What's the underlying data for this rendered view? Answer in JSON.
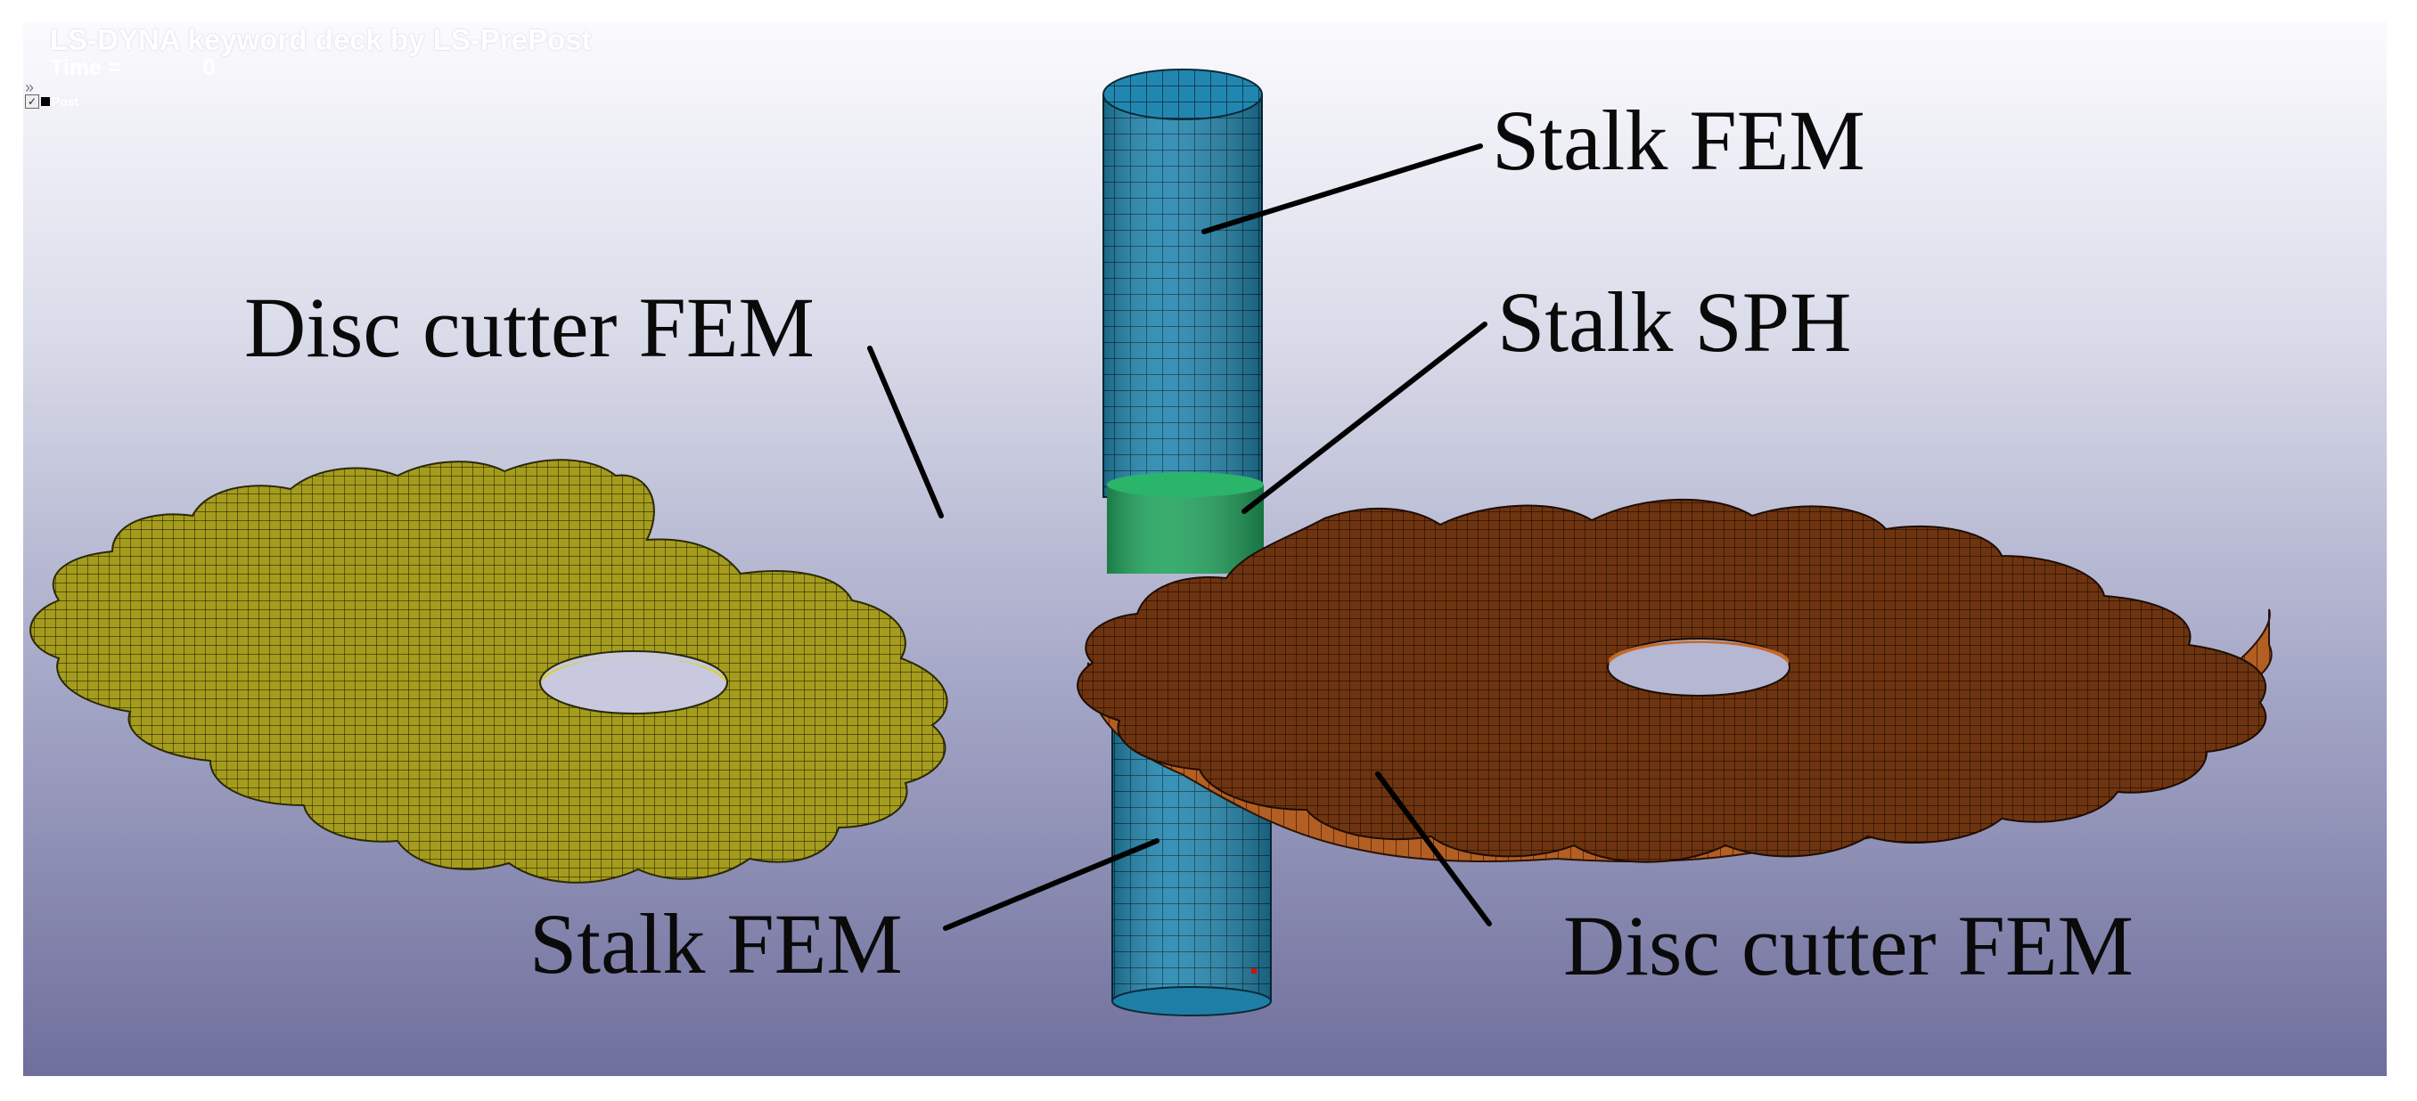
{
  "header": {
    "title": "LS-DYNA keyword deck by LS-PrePost",
    "time_label": "Time =",
    "time_value": "0",
    "post_label": "Post"
  },
  "labels": {
    "stalk_fem_top": "Stalk FEM",
    "stalk_sph": "Stalk SPH",
    "disc_cutter_left": "Disc cutter FEM",
    "stalk_fem_bottom": "Stalk FEM",
    "disc_cutter_right": "Disc cutter FEM"
  },
  "colors": {
    "left_disc": "#a49b1c",
    "right_disc": "#7a3a10",
    "stalk_fem": "#2286b0",
    "stalk_sph": "#23a860",
    "mesh_line": "#111111"
  }
}
